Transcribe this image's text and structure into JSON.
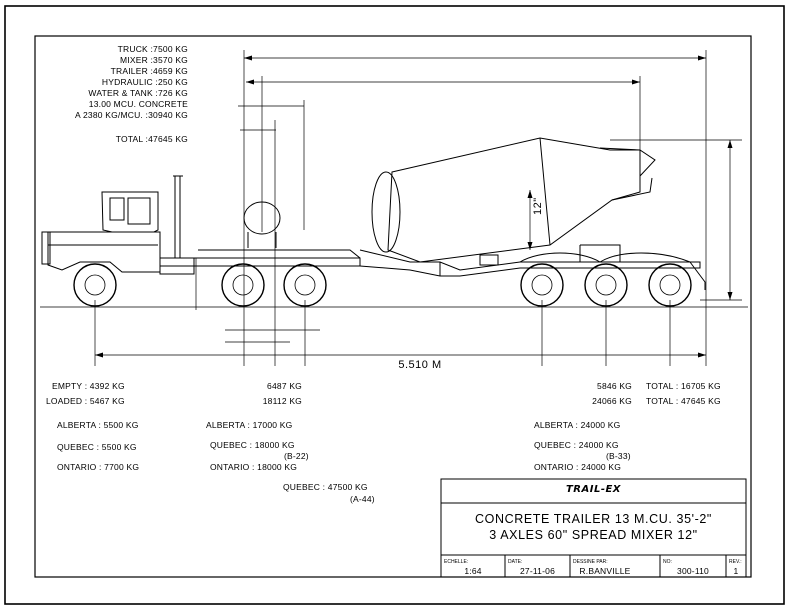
{
  "weights": {
    "truck": "TRUCK :7500 KG",
    "mixer": "MIXER :3570 KG",
    "trailer": "TRAILER :4659 KG",
    "hydraulic": "HYDRAULIC :250 KG",
    "water_tank": "WATER & TANK :726 KG",
    "concrete": "13.00 MCU. CONCRETE",
    "concrete_weight": "A 2380 KG/MCU. :30940 KG",
    "total": "TOTAL :47645 KG"
  },
  "drawing": {
    "drum_dimension": "12\"",
    "overall_length": "5.510 M"
  },
  "axle_loads": {
    "front": {
      "empty": "EMPTY : 4392 KG",
      "loaded": "LOADED : 5467 KG"
    },
    "drive": {
      "empty": "6487 KG",
      "loaded": "18112 KG"
    },
    "trailer": {
      "empty": "5846 KG",
      "loaded": "24066 KG"
    },
    "total_empty": "TOTAL : 16705 KG",
    "total_loaded": "TOTAL : 47645 KG"
  },
  "regulations": {
    "alberta": [
      "ALBERTA : 5500 KG",
      "ALBERTA : 17000 KG",
      "ALBERTA : 24000 KG"
    ],
    "quebec": [
      "QUEBEC : 5500 KG",
      "QUEBEC : 18000 KG",
      "QUEBEC : 24000 KG"
    ],
    "quebec_codes": [
      "(B-22)",
      "(B-33)"
    ],
    "ontario": [
      "ONTARIO : 7700 KG",
      "ONTARIO : 18000 KG",
      "ONTARIO : 24000 KG"
    ],
    "quebec_total": "QUEBEC : 47500 KG",
    "quebec_total_code": "(A-44)"
  },
  "title_block": {
    "logo": "TRAIL-EX",
    "line1": "CONCRETE TRAILER 13 M.CU. 35'-2\"",
    "line2": "3 AXLES 60\" SPREAD MIXER 12\"",
    "scale_label": "ECHELLE:",
    "scale": "1:64",
    "date_label": "DATE:",
    "date": "27-11-06",
    "drawn_label": "DESSINE PAR:",
    "drawn_by": "R.BANVILLE",
    "number_label": "NO:",
    "number": "300-110",
    "rev_label": "REV.:",
    "rev": "1"
  }
}
